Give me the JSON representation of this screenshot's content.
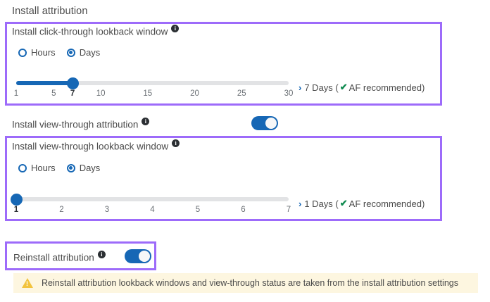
{
  "page": {
    "title": "Install attribution"
  },
  "click_through": {
    "label": "Install click-through lookback window",
    "info_icon": "info-icon",
    "unit_options": [
      {
        "label": "Hours",
        "selected": false
      },
      {
        "label": "Days",
        "selected": true
      }
    ],
    "slider": {
      "ticks": [
        "1",
        "5",
        "7",
        "10",
        "15",
        "20",
        "25",
        "30"
      ],
      "tick_positions": [
        1,
        5,
        7,
        10,
        15,
        20,
        25,
        30
      ],
      "min": 1,
      "max": 30,
      "value": 7,
      "active_tick": "7"
    },
    "value_chevron": "›",
    "value_text": "7 Days (",
    "check_glyph": "✔",
    "value_suffix": " AF recommended)"
  },
  "view_through_attribution": {
    "label": "Install view-through attribution",
    "info_icon": "info-icon",
    "toggle_on": true
  },
  "view_through": {
    "label": "Install view-through lookback window",
    "info_icon": "info-icon",
    "unit_options": [
      {
        "label": "Hours",
        "selected": false
      },
      {
        "label": "Days",
        "selected": true
      }
    ],
    "slider": {
      "ticks": [
        "1",
        "2",
        "3",
        "4",
        "5",
        "6",
        "7"
      ],
      "tick_positions": [
        1,
        2,
        3,
        4,
        5,
        6,
        7
      ],
      "min": 1,
      "max": 7,
      "value": 1,
      "active_tick": "1"
    },
    "value_chevron": "›",
    "value_text": "1 Days (",
    "check_glyph": "✔",
    "value_suffix": " AF recommended)"
  },
  "reinstall": {
    "label": "Reinstall attribution",
    "info_icon": "info-icon",
    "toggle_on": true
  },
  "warning": {
    "icon": "warning-triangle-icon",
    "text": "Reinstall attribution lookback windows and view-through status are taken from the install attribution settings"
  },
  "colors": {
    "highlight_purple": "#9d6bfa",
    "accent_blue": "#1667b5",
    "check_green": "#0e8a4f",
    "warning_bg": "#fdf6e0",
    "warning_icon": "#f2c33d"
  }
}
